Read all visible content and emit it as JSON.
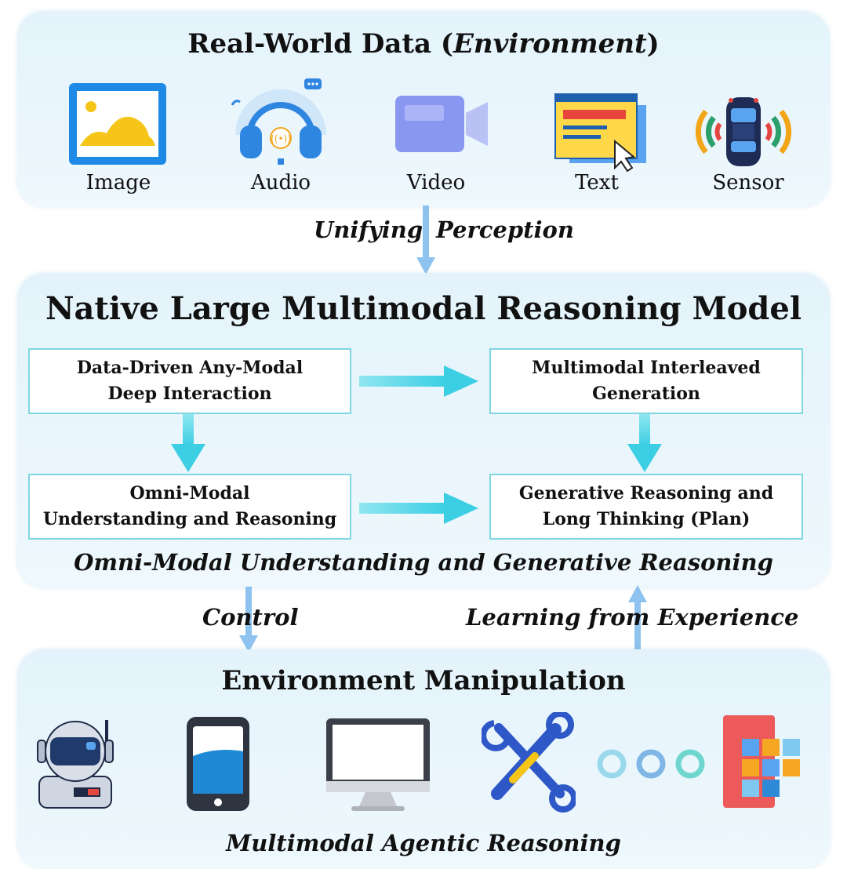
{
  "top_panel": {
    "title_main": "Real-World Data (",
    "title_em": "Environment",
    "title_close": ")",
    "items": [
      {
        "label": "Image",
        "icon": "image-icon"
      },
      {
        "label": "Audio",
        "icon": "headset-icon"
      },
      {
        "label": "Video",
        "icon": "video-camera-icon"
      },
      {
        "label": "Text",
        "icon": "text-window-icon"
      },
      {
        "label": "Sensor",
        "icon": "car-sensor-icon"
      }
    ]
  },
  "connector_perception": {
    "left": "Unifying",
    "right": "Perception"
  },
  "middle_panel": {
    "title": "Native Large Multimodal Reasoning Model",
    "boxes": {
      "top_left": [
        "Data-Driven Any-Modal",
        "Deep Interaction"
      ],
      "top_right": [
        "Multimodal Interleaved",
        "Generation"
      ],
      "bottom_left": [
        "Omni-Modal",
        "Understanding and Reasoning"
      ],
      "bottom_right": [
        "Generative Reasoning and",
        "Long Thinking (Plan)"
      ]
    },
    "caption": "Omni-Modal Understanding and Generative Reasoning"
  },
  "connector_control": "Control",
  "connector_learning": "Learning from Experience",
  "bottom_panel": {
    "title": "Environment Manipulation",
    "icons": [
      "robot-astronaut-icon",
      "smartphone-icon",
      "monitor-icon",
      "tools-icon",
      "ellipsis-icon",
      "apps-icon"
    ],
    "caption": "Multimodal Agentic Reasoning"
  },
  "colors": {
    "panel_bg": "#e6f4fb",
    "box_border": "#7fd6df",
    "flow_arrow": "#4fd3e6",
    "connector_arrow": "#8fc3ef"
  }
}
